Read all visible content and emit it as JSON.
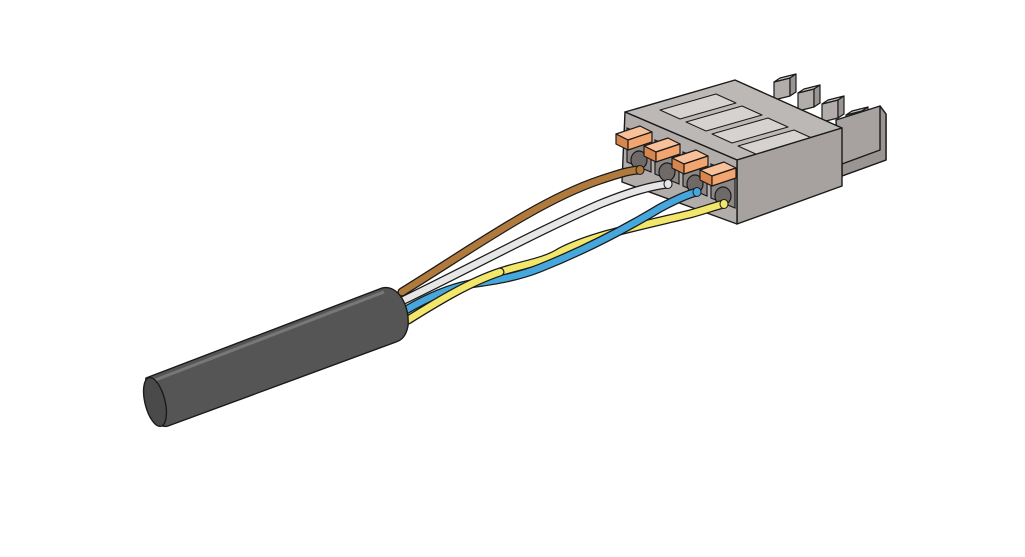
{
  "illustration": {
    "subject": "cable-with-pluggable-terminal-connector",
    "colors": {
      "background": "#ffffff",
      "cable_jacket": "#555556",
      "housing": "#b2adab",
      "housing_dark": "#9a9592",
      "release_lever": "#f2a56f",
      "wire_brown": "#b07a3c",
      "wire_white": "#e6e6e6",
      "wire_blue": "#45a7dc",
      "wire_yellow": "#f2e76a",
      "outline": "#1a1a1a"
    },
    "wires": [
      {
        "name": "brown",
        "color_key": "wire_brown"
      },
      {
        "name": "white",
        "color_key": "wire_white"
      },
      {
        "name": "blue",
        "color_key": "wire_blue"
      },
      {
        "name": "yellow",
        "color_key": "wire_yellow"
      }
    ],
    "terminal_positions": 4
  }
}
